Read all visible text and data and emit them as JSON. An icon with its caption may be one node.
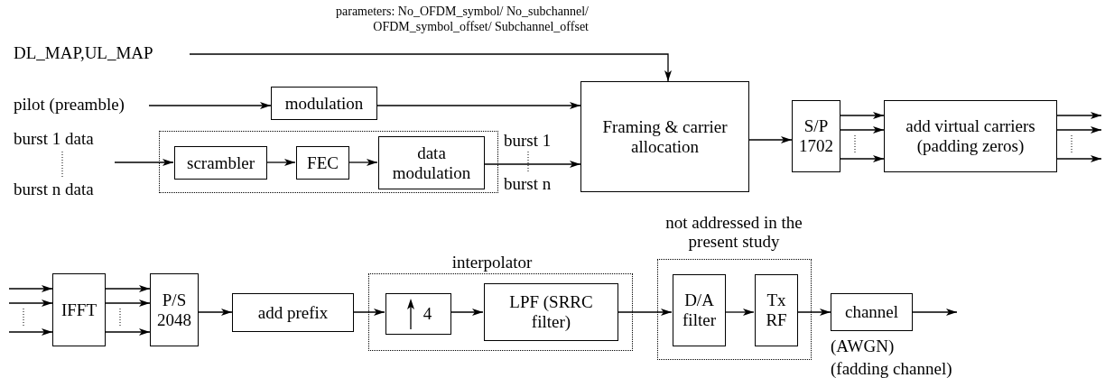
{
  "diagram": {
    "nodes": [
      {
        "text": [
          "DL_MAP,UL_MAP"
        ]
      },
      {
        "text": [
          "pilot (preamble)"
        ]
      },
      {
        "text": [
          "modulation"
        ]
      },
      {
        "text": [
          "burst 1 data",
          "burst n data"
        ]
      },
      {
        "text": [],
        "shape": "box"
      },
      {
        "text": [
          "scrambler"
        ],
        "in": 4
      },
      {
        "text": [
          "FEC"
        ],
        "in": 4
      },
      {
        "text": [
          "data modulation"
        ],
        "in": 4
      },
      {
        "text": [
          "Framing & carrier allocation"
        ]
      },
      {
        "text": [
          "S/P 1702"
        ]
      },
      {
        "text": [
          "add virtual carriers (padding zeros)"
        ]
      },
      {
        "text": [
          "IFFT"
        ]
      },
      {
        "text": [
          "P/S 2048"
        ]
      },
      {
        "text": [
          "add prefix"
        ]
      },
      {
        "text": [
          "interpolator"
        ]
      },
      {
        "text": [
          "4"
        ],
        "in": 14
      },
      {
        "text": [
          "LPF (SRRC filter)"
        ],
        "in": 14
      },
      {
        "text": [
          "not addressed in the present study"
        ]
      },
      {
        "text": [
          "D/A filter"
        ],
        "in": 17
      },
      {
        "text": [
          "Tx RF"
        ],
        "in": 17
      },
      {
        "text": [
          "channel"
        ],
        "beside": [
          "(AWGN)",
          "(fadding channel)"
        ]
      }
    ],
    "edges": [
      {
        "from": 0,
        "to": 8,
        "arrow": "to",
        "label": "parameters: No_OFDM_symbol/ No_subchannel/ OFDM_symbol_offset/ Subchannel_offset"
      },
      {
        "from": 1,
        "to": 2,
        "arrow": "to"
      },
      {
        "from": 2,
        "to": 8,
        "arrow": "to"
      },
      {
        "from": 3,
        "to": 5,
        "arrow": "to"
      },
      {
        "from": 5,
        "to": 6,
        "arrow": "to"
      },
      {
        "from": 6,
        "to": 7,
        "arrow": "to"
      },
      {
        "from": 7,
        "to": 8,
        "arrow": "to"
      },
      {
        "from": 8,
        "to": 9,
        "arrow": "to"
      },
      {
        "from": 9,
        "to": 10,
        "arrow": "to"
      },
      {
        "from": 9,
        "to": 10,
        "arrow": "to"
      },
      {
        "from": 9,
        "to": 10,
        "arrow": "to"
      },
      {
        "from": 10,
        "to": null,
        "arrow": "to"
      },
      {
        "from": 10,
        "to": null,
        "arrow": "to"
      },
      {
        "from": 10,
        "to": null,
        "arrow": "to"
      },
      {
        "from": null,
        "to": 11,
        "arrow": "to"
      },
      {
        "from": null,
        "to": 11,
        "arrow": "to"
      },
      {
        "from": null,
        "to": 11,
        "arrow": "to"
      },
      {
        "from": 11,
        "to": 12,
        "arrow": "to"
      },
      {
        "from": 11,
        "to": 12,
        "arrow": "to"
      },
      {
        "from": 11,
        "to": 12,
        "arrow": "to"
      },
      {
        "from": 12,
        "to": 13,
        "arrow": "to"
      },
      {
        "from": 13,
        "to": 15,
        "arrow": "to"
      },
      {
        "from": 15,
        "to": 16,
        "arrow": "to"
      },
      {
        "from": 16,
        "to": 18,
        "arrow": "to"
      },
      {
        "from": 18,
        "to": 19,
        "arrow": "to"
      },
      {
        "from": 19,
        "to": 20,
        "arrow": "to"
      },
      {
        "from": 20,
        "to": null,
        "arrow": "to"
      }
    ],
    "labels": [
      "burst 1",
      "burst n"
    ]
  }
}
